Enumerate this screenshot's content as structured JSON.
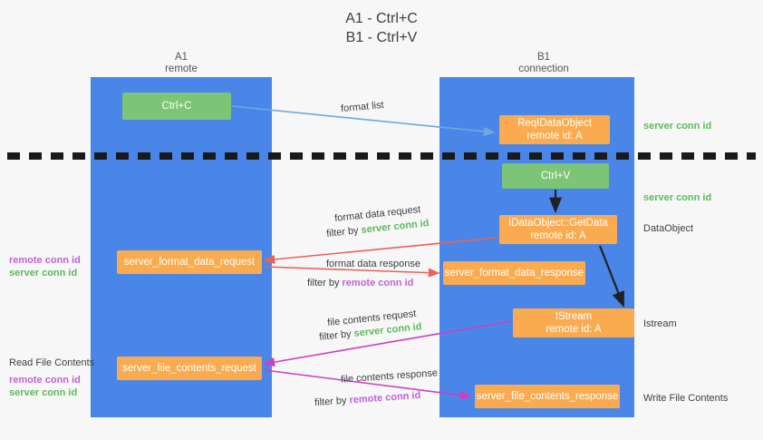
{
  "title": {
    "line1": "A1 - Ctrl+C",
    "line2": "B1 - Ctrl+V"
  },
  "lanes": {
    "left": {
      "name": "A1",
      "role": "remote"
    },
    "right": {
      "name": "B1",
      "role": "connection"
    }
  },
  "boxes": {
    "ctrl_c": {
      "label": "Ctrl+C",
      "color": "#7cc576"
    },
    "req_idataobject": {
      "line1": "ReqIDataObject",
      "line2": "remote id: A",
      "color": "#fbab4f"
    },
    "ctrl_v": {
      "label": "Ctrl+V",
      "color": "#7cc576"
    },
    "getdata": {
      "line1": "IDataObject::GetData",
      "line2": "remote id: A",
      "color": "#fbab4f"
    },
    "format_data_request": {
      "label": "server_format_data_request",
      "color": "#fbab4f"
    },
    "format_data_response": {
      "label": "server_format_data_response",
      "color": "#fbab4f"
    },
    "istream": {
      "line1": "IStream",
      "line2": "remote id: A",
      "color": "#fbab4f"
    },
    "file_contents_request": {
      "label": "server_file_contents_request",
      "color": "#fbab4f"
    },
    "file_contents_response": {
      "label": "server_file_contents_response",
      "color": "#fbab4f"
    }
  },
  "annotations": {
    "format_list": "format list",
    "format_data_request": "format data request",
    "format_data_request_filter_prefix": "filter by ",
    "format_data_request_filter_value": "server conn id",
    "format_data_response": "format data response",
    "format_data_response_filter_prefix": "filter by ",
    "format_data_response_filter_value": "remote conn id",
    "file_contents_request": "file contents request",
    "file_contents_request_filter_prefix": "filter by ",
    "file_contents_request_filter_value": "server conn id",
    "file_contents_response": "file contents response",
    "file_contents_response_filter_prefix": "filter by ",
    "file_contents_response_filter_value": "remote conn id"
  },
  "side_labels": {
    "server_conn_id_top": "server conn id",
    "server_conn_id_mid": "server conn id",
    "dataobject": "DataObject",
    "istream": "Istream",
    "write_file_contents": "Write File Contents"
  },
  "left_labels": {
    "remote_conn_id_1": "remote conn id",
    "server_conn_id_1": "server conn id",
    "read_file_contents": "Read File Contents",
    "remote_conn_id_2": "remote conn id",
    "server_conn_id_2": "server conn id"
  },
  "colors": {
    "lane": "#4a86e8",
    "green_box": "#7cc576",
    "orange_box": "#fbab4f",
    "server_conn_id": "#5cba5c",
    "remote_conn_id": "#c063d6",
    "arrow_blue": "#6fa8dc",
    "arrow_red": "#e8625a",
    "arrow_magenta": "#cc3fc0",
    "arrow_black": "#202124",
    "divider": "#1a1a1a",
    "background": "#f7f7f7"
  }
}
